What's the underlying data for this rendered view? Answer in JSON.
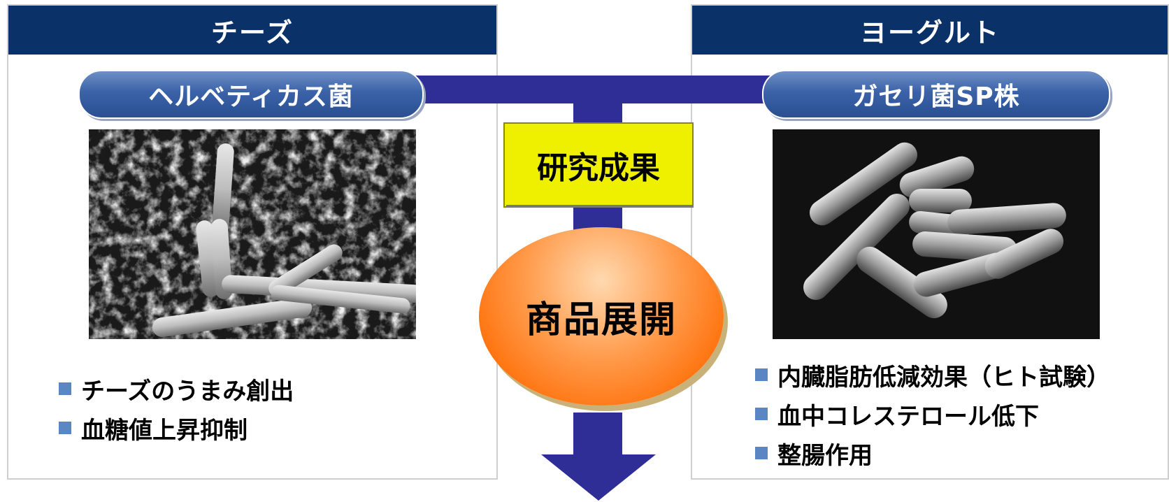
{
  "left_panel": {
    "header": "チーズ",
    "strain": "ヘルベティカス菌",
    "bullets": [
      "チーズのうまみ創出",
      "血糖値上昇抑制"
    ]
  },
  "right_panel": {
    "header": "ヨーグルト",
    "strain": "ガセリ菌SP株",
    "bullets": [
      "内臓脂肪低減効果（ヒト試験）",
      "血中コレステロール低下",
      "整腸作用"
    ]
  },
  "center": {
    "research_label": "研究成果",
    "product_label": "商品展開"
  },
  "colors": {
    "header_bg": "#0a3268",
    "connector": "#2e2e96",
    "bullet_square": "#5b86c4",
    "research_box": "#eef000",
    "product_ellipse": "#ff6a00"
  }
}
